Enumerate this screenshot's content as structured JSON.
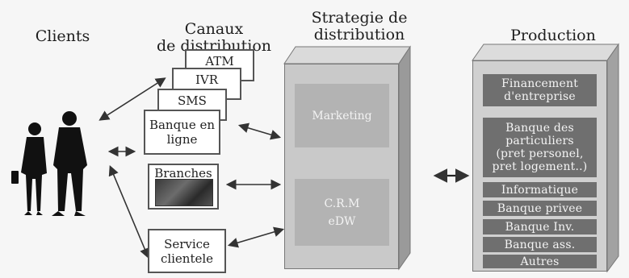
{
  "headers": {
    "clients": "Clients",
    "canaux_line1": "Canaux",
    "canaux_line2": "de distribution",
    "strategie_line1": "Strategie de",
    "strategie_line2": "distribution",
    "production": "Production"
  },
  "channels": {
    "atm": "ATM",
    "ivr": "IVR",
    "sms": "SMS",
    "banque_en_ligne_line1": "Banque en",
    "banque_en_ligne_line2": "ligne",
    "branches": "Branches",
    "service_line1": "Service",
    "service_line2": "clientele"
  },
  "strategie": {
    "marketing": "Marketing",
    "crm": "C.R.M",
    "edw": "eDW"
  },
  "production_items": [
    {
      "line1": "Financement",
      "line2": "d'entreprise"
    },
    {
      "line1": "Banque des",
      "line2": "particuliers",
      "line3": "(pret personel,",
      "line4": "pret logement..)"
    },
    {
      "line1": "Informatique"
    },
    {
      "line1": "Banque privee"
    },
    {
      "line1": "Banque Inv."
    },
    {
      "line1": "Banque ass."
    },
    {
      "line1": "Autres"
    }
  ]
}
